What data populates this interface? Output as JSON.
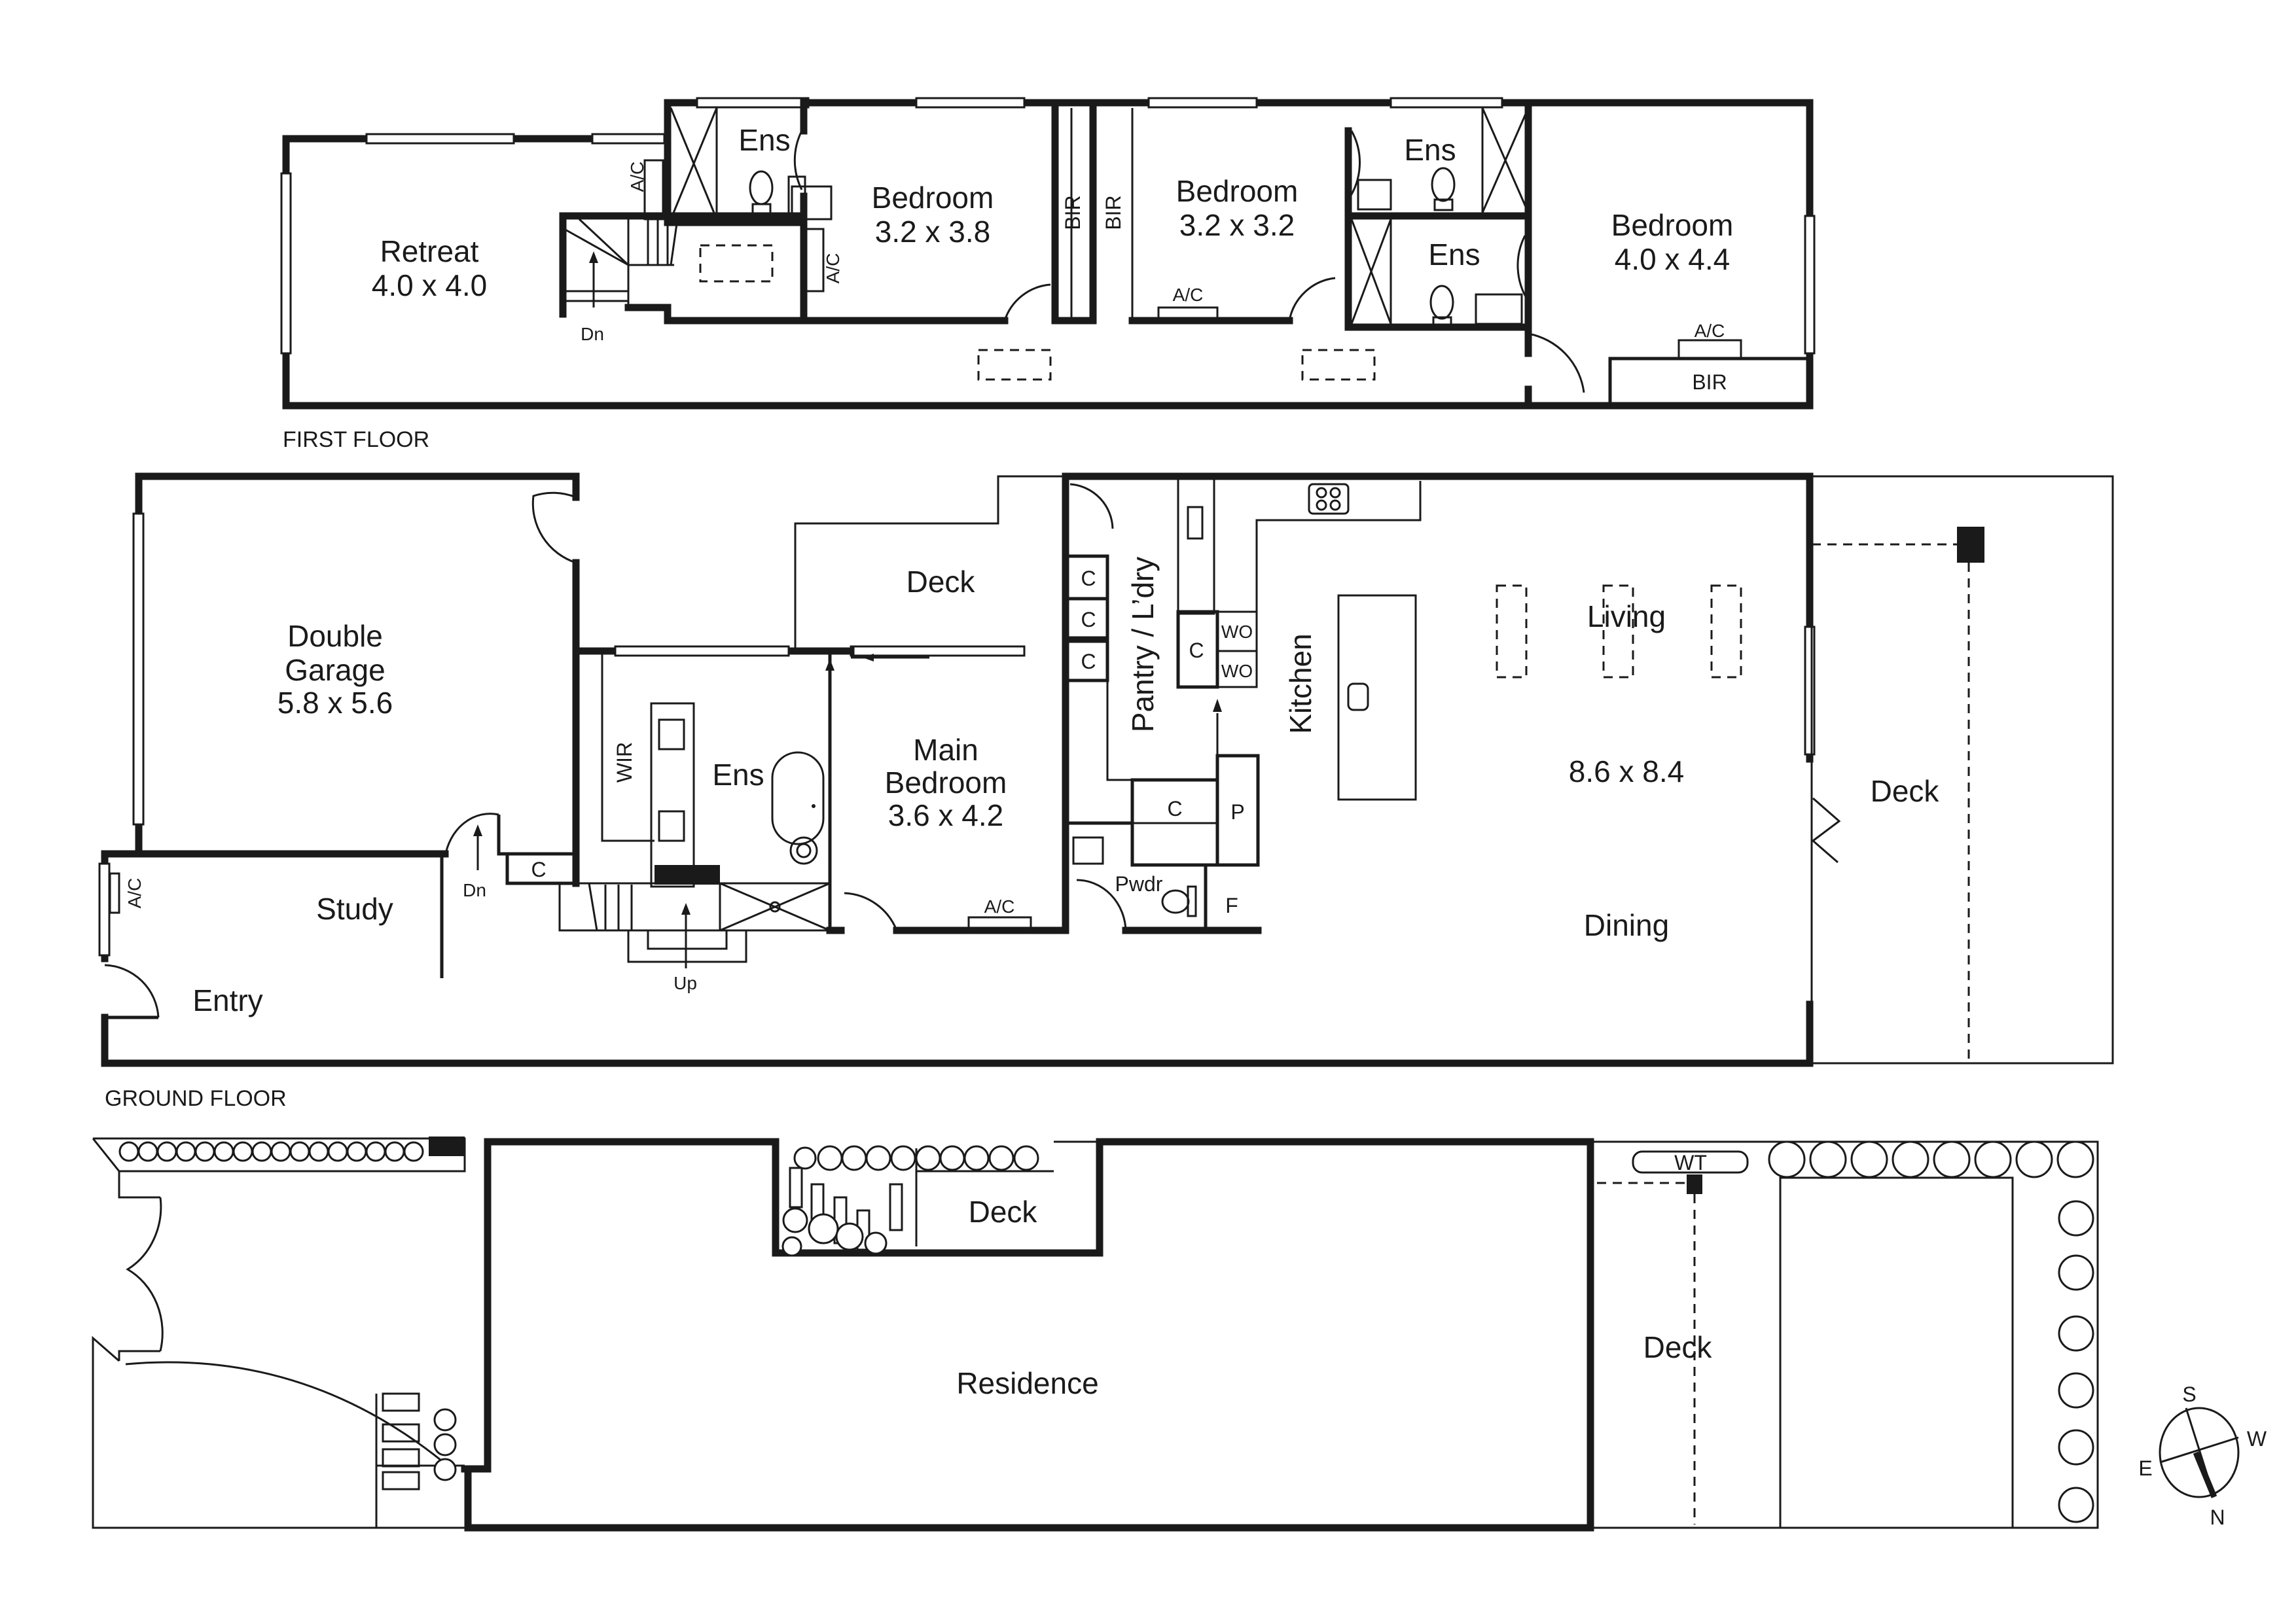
{
  "first_floor": {
    "title": "FIRST FLOOR",
    "rooms": {
      "retreat": {
        "name": "Retreat",
        "dims": "4.0 x 4.0"
      },
      "bed2": {
        "name": "Bedroom",
        "dims": "3.2 x 3.8"
      },
      "bed3": {
        "name": "Bedroom",
        "dims": "3.2 x 3.2"
      },
      "bed4": {
        "name": "Bedroom",
        "dims": "4.0 x 4.4"
      },
      "ens1": "Ens",
      "ens2": "Ens",
      "ens3": "Ens",
      "bir1": "BIR",
      "bir2": "BIR",
      "bir3": "BIR"
    },
    "labels": {
      "ac1": "A/C",
      "ac2": "A/C",
      "ac3": "A/C",
      "ac4": "A/C",
      "stairs": "Dn"
    }
  },
  "ground_floor": {
    "title": "GROUND FLOOR",
    "rooms": {
      "garage": {
        "name1": "Double",
        "name2": "Garage",
        "dims": "5.8 x 5.6"
      },
      "deck_inner": "Deck",
      "main_bed": {
        "name1": "Main",
        "name2": "Bedroom",
        "dims": "3.6 x 4.2"
      },
      "ens": "Ens",
      "wir": "WIR",
      "pantry": "Pantry / L’dry",
      "kitchen": "Kitchen",
      "living": "Living",
      "living_dims": "8.6 x 8.4",
      "dining": "Dining",
      "deck_outer": "Deck",
      "study": "Study",
      "entry": "Entry",
      "pwdr": "Pwdr"
    },
    "labels": {
      "cupboards": [
        "C",
        "C",
        "C",
        "C",
        "C",
        "C"
      ],
      "wo1": "WO",
      "wo2": "WO",
      "p": "P",
      "f": "F",
      "ac_entry": "A/C",
      "ac_main": "A/C",
      "dn": "Dn",
      "up": "Up"
    }
  },
  "site_plan": {
    "residence": "Residence",
    "deck_top": "Deck",
    "deck_right": "Deck",
    "water_tank": "WT"
  },
  "compass": {
    "n": "N",
    "s": "S",
    "e": "E",
    "w": "W"
  }
}
